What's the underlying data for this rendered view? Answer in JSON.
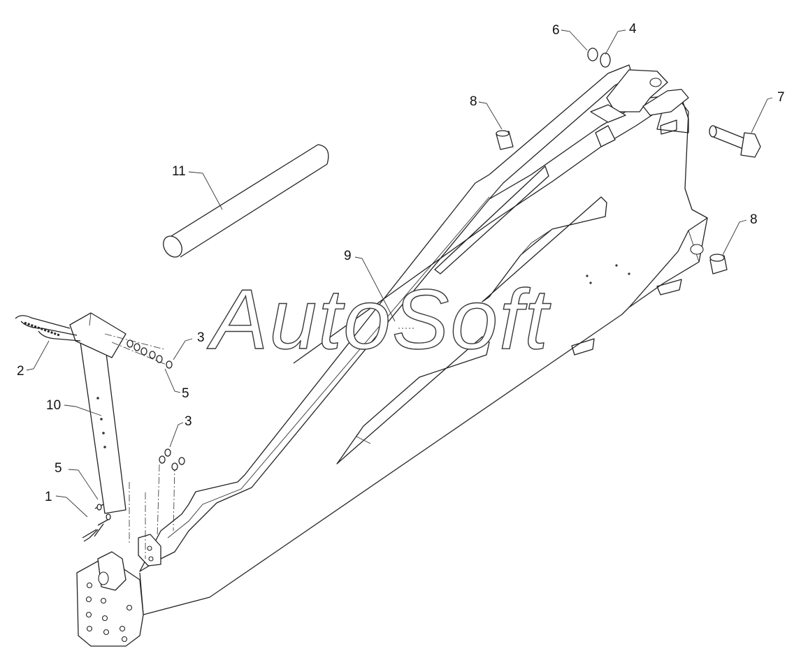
{
  "watermark": "AutoSoft",
  "callouts": {
    "c1": "1",
    "c2": "2",
    "c3a": "3",
    "c3b": "3",
    "c4": "4",
    "c5a": "5",
    "c5b": "5",
    "c6": "6",
    "c7": "7",
    "c8a": "8",
    "c8b": "8",
    "c9": "9",
    "c10": "10",
    "c11": "11"
  }
}
